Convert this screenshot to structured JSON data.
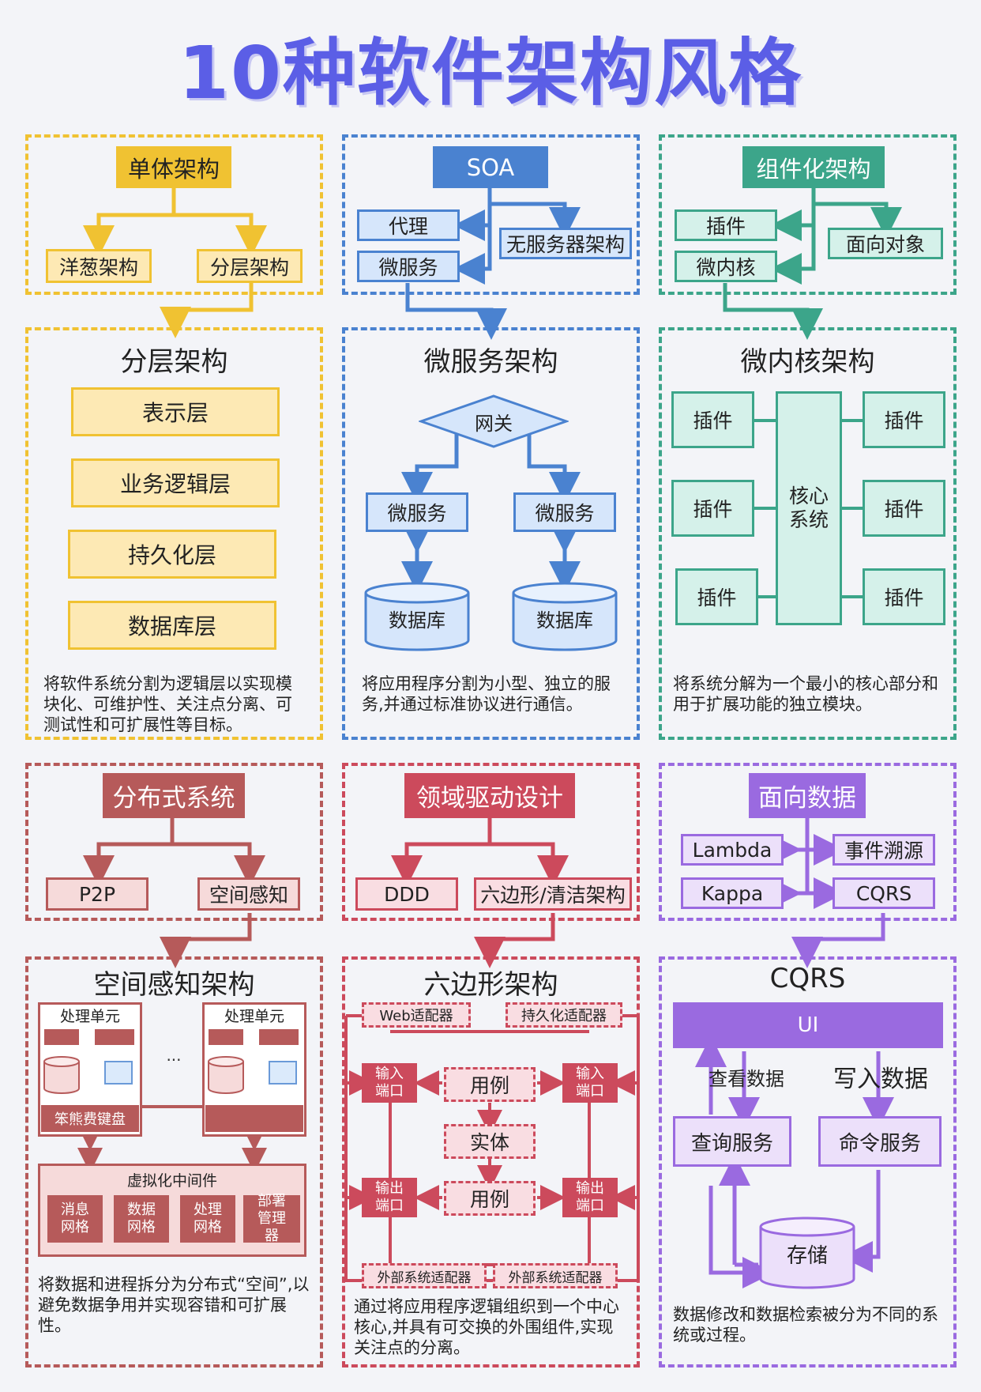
{
  "title": "10种软件架构风格",
  "monolithic": {
    "tag": "单体架构",
    "onion": "洋葱架构",
    "layered": "分层架构"
  },
  "soa": {
    "tag": "SOA",
    "proxy": "代理",
    "serverless": "无服务器架构",
    "microservice": "微服务"
  },
  "component": {
    "tag": "组件化架构",
    "plugin": "插件",
    "oop": "面向对象",
    "microkernel": "微内核"
  },
  "layered_arch": {
    "title": "分层架构",
    "layers": [
      "表示层",
      "业务逻辑层",
      "持久化层",
      "数据库层"
    ],
    "desc": "将软件系统分割为逻辑层以实现模块化、可维护性、关注点分离、可测试性和可扩展性等目标。"
  },
  "micro_arch": {
    "title": "微服务架构",
    "gateway": "网关",
    "service_a": "微服务",
    "service_b": "微服务",
    "db_a": "数据库",
    "db_b": "数据库",
    "desc": "将应用程序分割为小型、独立的服务,并通过标准协议进行通信。"
  },
  "kernel_arch": {
    "title": "微内核架构",
    "plugins": [
      "插件",
      "插件",
      "插件",
      "插件",
      "插件",
      "插件"
    ],
    "core": "核心系统",
    "desc": "将系统分解为一个最小的核心部分和用于扩展功能的独立模块。"
  },
  "distributed": {
    "tag": "分布式系统",
    "p2p": "P2P",
    "space": "空间感知"
  },
  "ddd": {
    "tag": "领域驱动设计",
    "ddd": "DDD",
    "hex": "六边形/清洁架构"
  },
  "data": {
    "tag": "面向数据",
    "lambda": "Lambda",
    "event": "事件溯源",
    "kappa": "Kappa",
    "cqrs": "CQRS"
  },
  "space_arch": {
    "title": "空间感知架构",
    "unit_a": "处理单元",
    "unit_b": "处理单元",
    "dots": "...",
    "unit_bar": "笨熊费键盘",
    "middleware": "虚拟化中间件",
    "grids": [
      "消息网格",
      "数据网格",
      "处理网格",
      "部署管理器"
    ],
    "desc": "将数据和进程拆分为分布式“空间”,以避免数据争用并实现容错和可扩展性。"
  },
  "hex_arch": {
    "title": "六边形架构",
    "web_adapter": "Web适配器",
    "persist_adapter": "持久化适配器",
    "in_port_l": "输入端口",
    "in_port_r": "输入端口",
    "out_port_l": "输出端口",
    "out_port_r": "输出端口",
    "usecase_top": "用例",
    "entity": "实体",
    "usecase_bottom": "用例",
    "ext_adapter_l": "外部系统适配器",
    "ext_adapter_r": "外部系统适配器",
    "desc": "通过将应用程序逻辑组织到一个中心核心,并具有可交换的外围组件,实现关注点的分离。"
  },
  "cqrs_arch": {
    "title": "CQRS",
    "ui": "UI",
    "read": "查看数据",
    "write": "写入数据",
    "query": "查询服务",
    "command": "命令服务",
    "storage": "存储",
    "desc": "数据修改和数据检索被分为不同的系统或过程。"
  },
  "colors": {
    "yellow": "#f0c232",
    "blue": "#4a82d0",
    "green": "#3ca58a",
    "red": "#b65a5a",
    "crimson": "#cc4a5c",
    "purple": "#9a6ae0",
    "title": "#5b5ee6"
  }
}
